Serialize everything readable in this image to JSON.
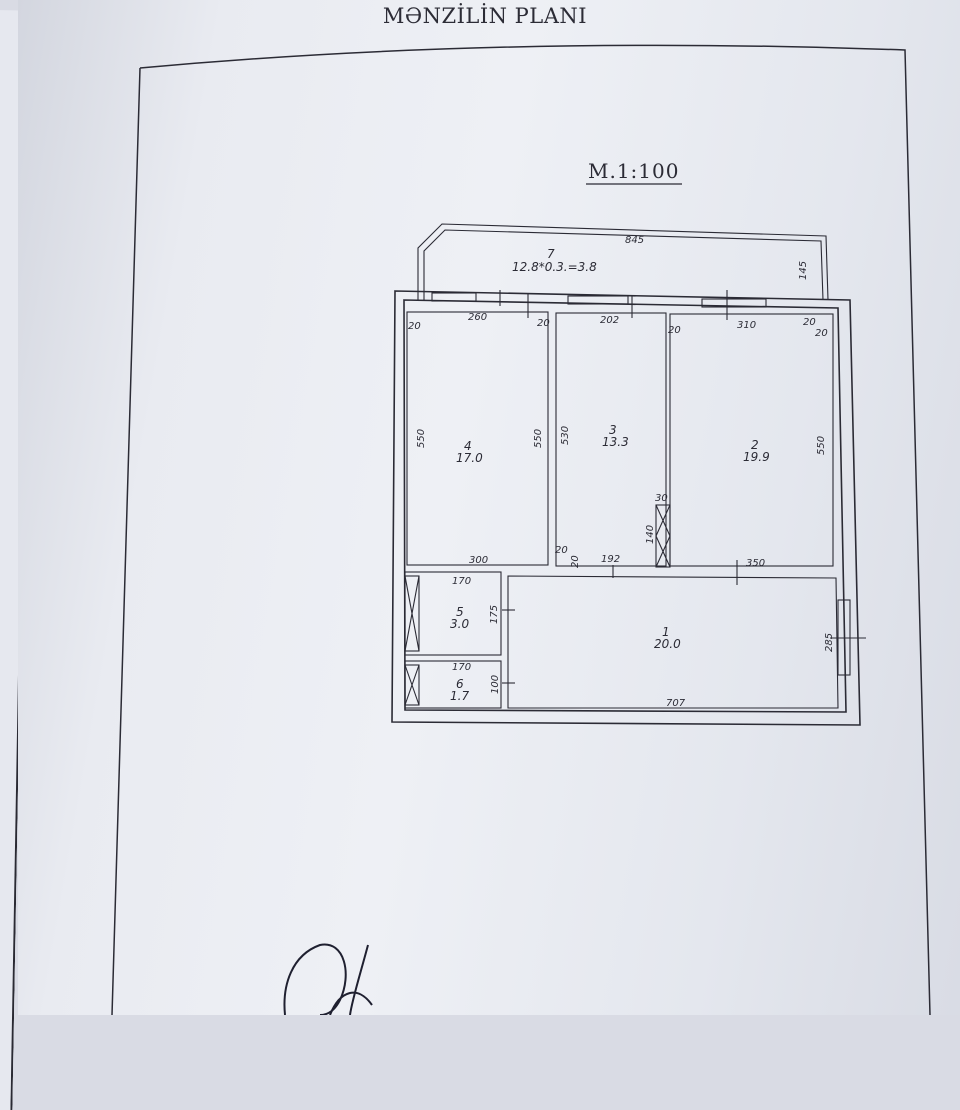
{
  "document": {
    "title": "MƏNZİLİN PLANI",
    "scale": "M.1:100"
  },
  "balcony": {
    "number": "7",
    "formula": "12.8*0.3.=3.8",
    "dims": {
      "length": "845",
      "depth": "145"
    }
  },
  "rooms": [
    {
      "number": "4",
      "area": "17.0",
      "dims": {
        "top": "260",
        "left": "550",
        "right": "550",
        "bottom": "300",
        "corner_left": "20",
        "corner_right": "20"
      }
    },
    {
      "number": "3",
      "area": "13.3",
      "dims": {
        "top": "202",
        "left": "530",
        "bottom": "192",
        "niche_w": "30",
        "niche_h": "140",
        "corner_left": "20",
        "corner_right": "20",
        "door_a": "20",
        "door_b": "20"
      }
    },
    {
      "number": "2",
      "area": "19.9",
      "dims": {
        "top": "310",
        "right": "550",
        "bottom": "350",
        "corner_left": "20",
        "corner_right": "20",
        "corner_far": "20"
      }
    },
    {
      "number": "5",
      "area": "3.0",
      "dims": {
        "top": "170",
        "right": "175"
      }
    },
    {
      "number": "6",
      "area": "1.7",
      "dims": {
        "top": "170",
        "right": "100"
      }
    },
    {
      "number": "1",
      "area": "20.0",
      "dims": {
        "bottom": "707",
        "right": "285"
      }
    }
  ]
}
